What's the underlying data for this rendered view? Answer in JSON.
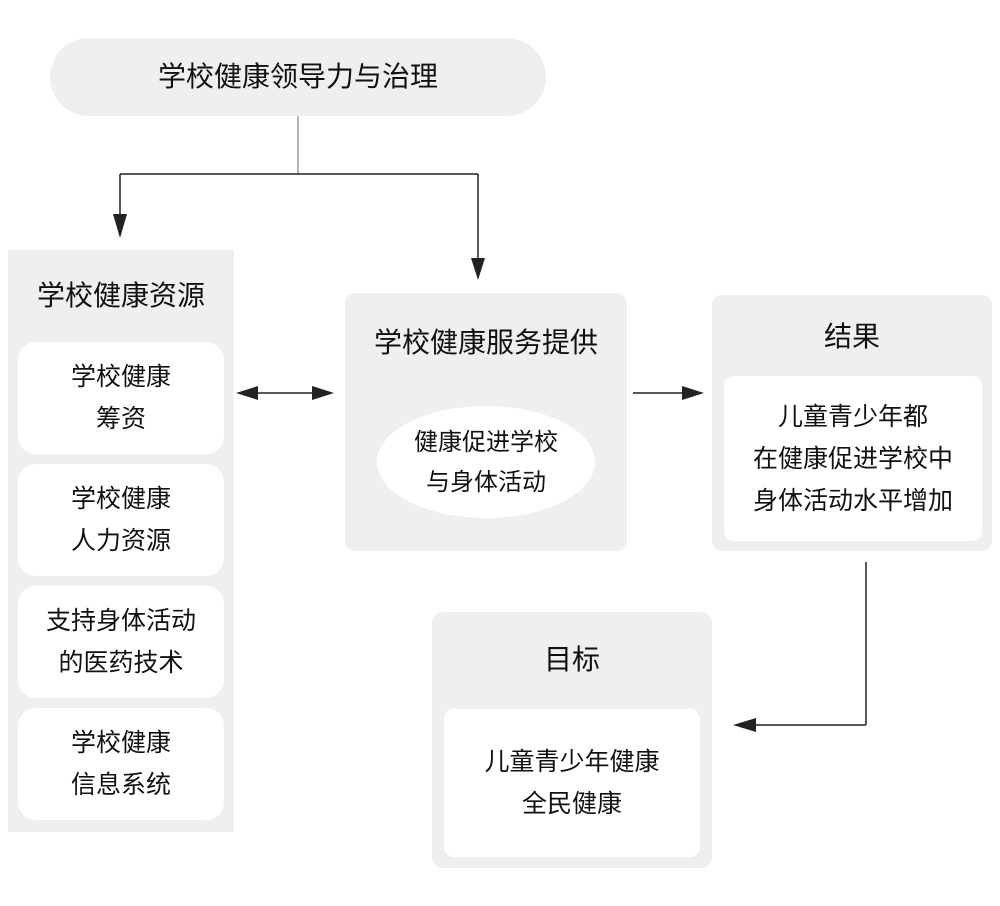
{
  "leadership": {
    "title": "学校健康领导力与治理"
  },
  "resources": {
    "title": "学校健康资源",
    "items": [
      {
        "label": "学校健康\n筹资"
      },
      {
        "label": "学校健康\n人力资源"
      },
      {
        "label": "支持身体活动\n的医药技术"
      },
      {
        "label": "学校健康\n信息系统"
      }
    ]
  },
  "services": {
    "title": "学校健康服务提供",
    "focus": "健康促进学校\n与身体活动"
  },
  "results": {
    "title": "结果",
    "body": "儿童青少年都\n在健康促进学校中\n身体活动水平增加"
  },
  "goal": {
    "title": "目标",
    "body": "儿童青少年健康\n全民健康"
  },
  "colors": {
    "box_fill": "#efefef",
    "inner_fill": "#ffffff",
    "line": "#222222",
    "stem_line": "#9a9a9a"
  }
}
